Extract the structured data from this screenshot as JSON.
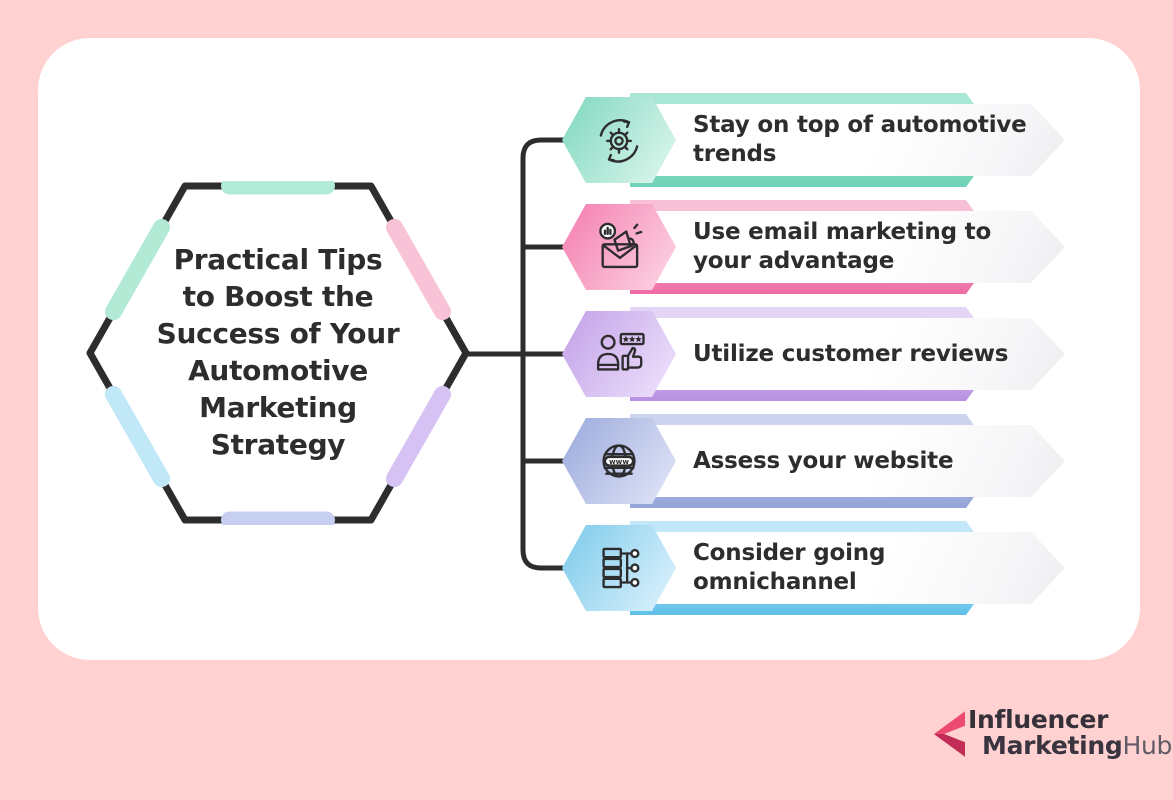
{
  "page": {
    "background_color": "#ffd2d1",
    "card_color": "#ffffff",
    "line_color": "#2d2c2e",
    "text_color": "#2d2c2e"
  },
  "hexagon": {
    "title_lines": [
      "Practical Tips",
      "to Boost the",
      "Success of Your",
      "Automotive",
      "Marketing",
      "Strategy"
    ],
    "outline_color": "#2d2c2e",
    "edge_bars": [
      {
        "edge": "top",
        "color": "#b2ebd8"
      },
      {
        "edge": "top-right",
        "color": "#f9c3d7"
      },
      {
        "edge": "bottom-right",
        "color": "#d6c2f3"
      },
      {
        "edge": "bottom",
        "color": "#c7cff1"
      },
      {
        "edge": "bottom-left",
        "color": "#c1e8f7"
      },
      {
        "edge": "top-left",
        "color": "#b2ead6"
      }
    ]
  },
  "tips": [
    {
      "lines": [
        "Stay on top of automotive",
        "trends"
      ],
      "icon": "gear-sync-icon",
      "colors": {
        "main": "#87dac2",
        "light": "#d9f5ec",
        "ribbon_top": "#a9e7d4",
        "ribbon_bottom": "#6fd2b6"
      }
    },
    {
      "lines": [
        "Use email marketing to",
        "your advantage"
      ],
      "icon": "email-megaphone-icon",
      "colors": {
        "main": "#f584b2",
        "light": "#fcd0e2",
        "ribbon_top": "#f8c0d7",
        "ribbon_bottom": "#ee6ba3"
      }
    },
    {
      "lines": [
        "Utilize customer reviews"
      ],
      "icon": "customer-reviews-icon",
      "colors": {
        "main": "#c5a5e9",
        "light": "#ecdffb",
        "ribbon_top": "#e2d5f6",
        "ribbon_bottom": "#b78fe0"
      }
    },
    {
      "lines": [
        "Assess your website"
      ],
      "icon": "globe-www-icon",
      "icon_text": "www",
      "colors": {
        "main": "#a0aede",
        "light": "#dde2f6",
        "ribbon_top": "#ccd4f0",
        "ribbon_bottom": "#92a2d8"
      }
    },
    {
      "lines": [
        "Consider going",
        "omnichannel"
      ],
      "icon": "omnichannel-icon",
      "colors": {
        "main": "#84cdec",
        "light": "#d8f0fc",
        "ribbon_top": "#c2e7f8",
        "ribbon_bottom": "#5fc0e8"
      }
    }
  ],
  "logo": {
    "line1": "Influencer",
    "line2_part1": "Marketing",
    "line2_part2": "Hub",
    "mark_color": "#ec4a70",
    "mark_shadow_color": "#c12d56",
    "text_color": "#363039",
    "hub_color": "#605b66"
  }
}
